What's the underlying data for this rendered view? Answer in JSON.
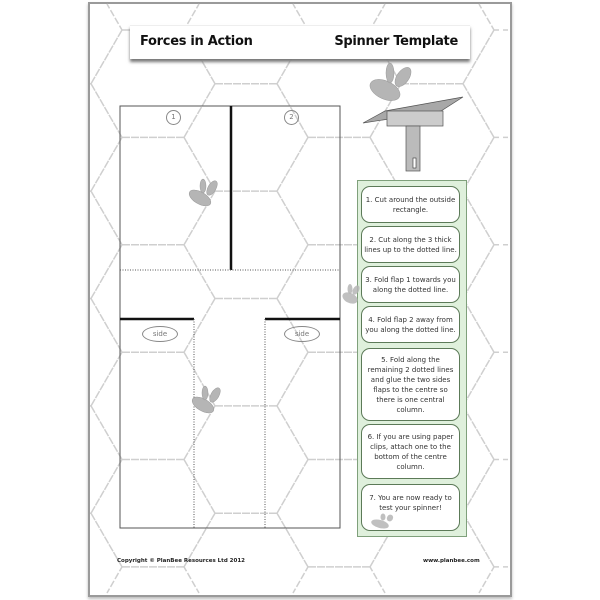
{
  "header": {
    "left_title": "Forces in Action",
    "right_title": "Spinner Template"
  },
  "template": {
    "flap_labels": [
      "1",
      "2"
    ],
    "side_labels": [
      "side",
      "side"
    ]
  },
  "instructions": [
    "1. Cut around the outside rectangle.",
    "2. Cut along the 3 thick lines up to the dotted line.",
    "3. Fold flap 1 towards you along the dotted line.",
    "4. Fold flap 2 away from you along the dotted line.",
    "5. Fold along the remaining 2 dotted lines and glue the two sides flaps to the centre so there is one central column.",
    "6. If you are using paper clips, attach one to the bottom of the centre column.",
    "7. You are now ready to test your spinner!"
  ],
  "footer": {
    "copyright": "Copyright © PlanBee Resources Ltd 2012",
    "website": "www.planbee.com"
  },
  "colors": {
    "instructions_bg": "#dff0dc",
    "instructions_border": "#5c7a58",
    "bee": "#b5b5b5",
    "hex_lines": "#cfcfcf"
  }
}
